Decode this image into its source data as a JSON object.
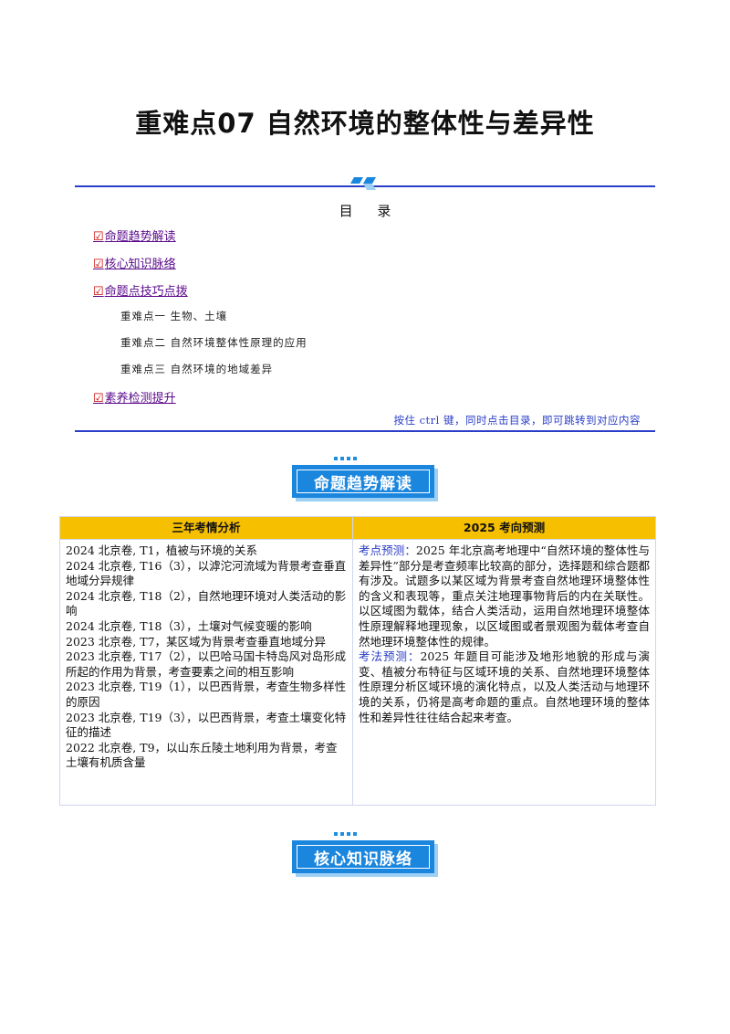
{
  "page_title": "重难点07  自然环境的整体性与差异性",
  "toc": {
    "heading": "目 录",
    "check_mark": "☑",
    "items": [
      {
        "label": "命题趋势解读"
      },
      {
        "label": "核心知识脉络"
      },
      {
        "label": "命题点技巧点拨"
      },
      {
        "label": "素养检测提升"
      }
    ],
    "sub_items": [
      {
        "label": "重难点一  生物、土壤"
      },
      {
        "label": "重难点二  自然环境整体性原理的应用"
      },
      {
        "label": "重难点三  自然环境的地域差异"
      }
    ],
    "hint": "按住 ctrl 键，同时点击目录，即可跳转到对应内容"
  },
  "sections": {
    "trend_banner": "命题趋势解读",
    "knowledge_banner": "核心知识脉络"
  },
  "analysis_table": {
    "headers": [
      "三年考情分析",
      "2025 考向预测"
    ],
    "left_entries": [
      "2024 北京卷, T1，植被与环境的关系",
      "2024 北京卷, T16（3），以滹沱河流域为背景考查垂直地域分异规律",
      "2024 北京卷, T18（2），自然地理环境对人类活动的影响",
      "2024 北京卷, T18（3），土壤对气候变暖的影响",
      "2023 北京卷, T7，某区域为背景考查垂直地域分异",
      "2023 北京卷, T17（2），以巴哈马国卡特岛风对岛形成所起的作用为背景，考查要素之间的相互影响",
      "2023 北京卷, T19（1），以巴西背景，考查生物多样性的原因",
      "2023 北京卷, T19（3），以巴西背景，考查土壤变化特征的描述",
      "2022 北京卷, T9，以山东丘陵土地利用为背景，考查土壤有机质含量"
    ],
    "right": {
      "p1_label": "考点预测：",
      "p1_text": "2025 年北京高考地理中“自然环境的整体性与差异性”部分是考查频率比较高的部分，选择题和综合题都有涉及。试题多以某区域为背景考查自然地理环境整体性的含义和表现等，重点关注地理事物背后的内在关联性。以区域图为载体，结合人类活动，运用自然地理环境整体性原理解释地理现象，以区域图或者景观图为载体考查自然地理环境整体性的规律。",
      "p2_label": "考法预测：",
      "p2_text": "2025 年题目可能涉及地形地貌的形成与演变、植被分布特征与区域环境的关系、自然地理环境整体性原理分析区域环境的演化特点，以及人类活动与地理环境的关系，仍将是高考命题的重点。自然地理环境的整体性和差异性往往结合起来考查。"
    }
  },
  "colors": {
    "accent_blue": "#2a3ec8",
    "banner_blue": "#1b86de",
    "header_gold": "#f6c000",
    "link_purple": "#5a0a8a"
  }
}
